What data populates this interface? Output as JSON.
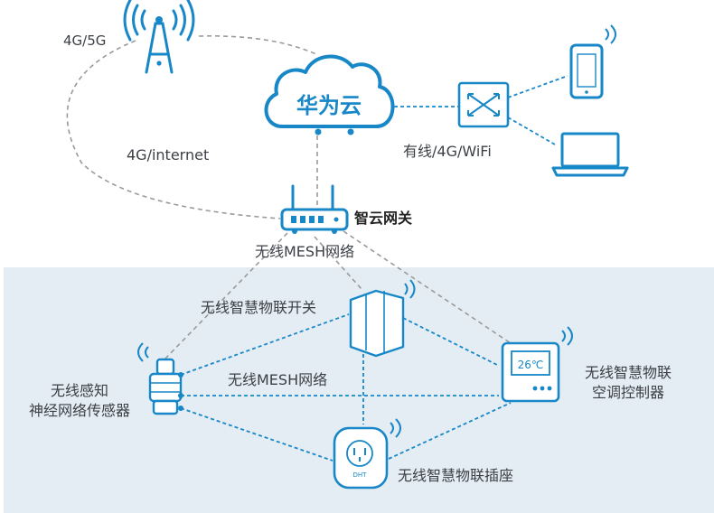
{
  "colors": {
    "accent": "#1787c7",
    "panel_bg": "#e4ecf4",
    "gray_link": "#9a9a9a",
    "blue_link": "#1787c7",
    "text": "#3c4046"
  },
  "labels": {
    "tower": "4G/5G",
    "internet": "4G/internet",
    "cloud": "华为云",
    "wired": "有线/4G/WiFi",
    "gateway": "智云网关",
    "mesh_top": "无线MESH网络",
    "mesh_mid": "无线MESH网络",
    "switch": "无线智慧物联开关",
    "sensor_line1": "无线感知",
    "sensor_line2": "神经网络传感器",
    "ac_line1": "无线智慧物联",
    "ac_line2": "空调控制器",
    "socket": "无线智慧物联插座",
    "ac_display": "26℃",
    "socket_brand": "DHT"
  },
  "icons": {
    "tower": "cell-tower-icon",
    "cloud": "cloud-icon",
    "switch_hub": "network-switch-icon",
    "phone": "smartphone-icon",
    "laptop": "laptop-icon",
    "router": "router-icon",
    "sensor": "sensor-icon",
    "wall_switch": "wall-switch-icon",
    "thermostat": "thermostat-icon",
    "plug": "smart-plug-icon",
    "wifi": "wifi-waves-icon"
  }
}
